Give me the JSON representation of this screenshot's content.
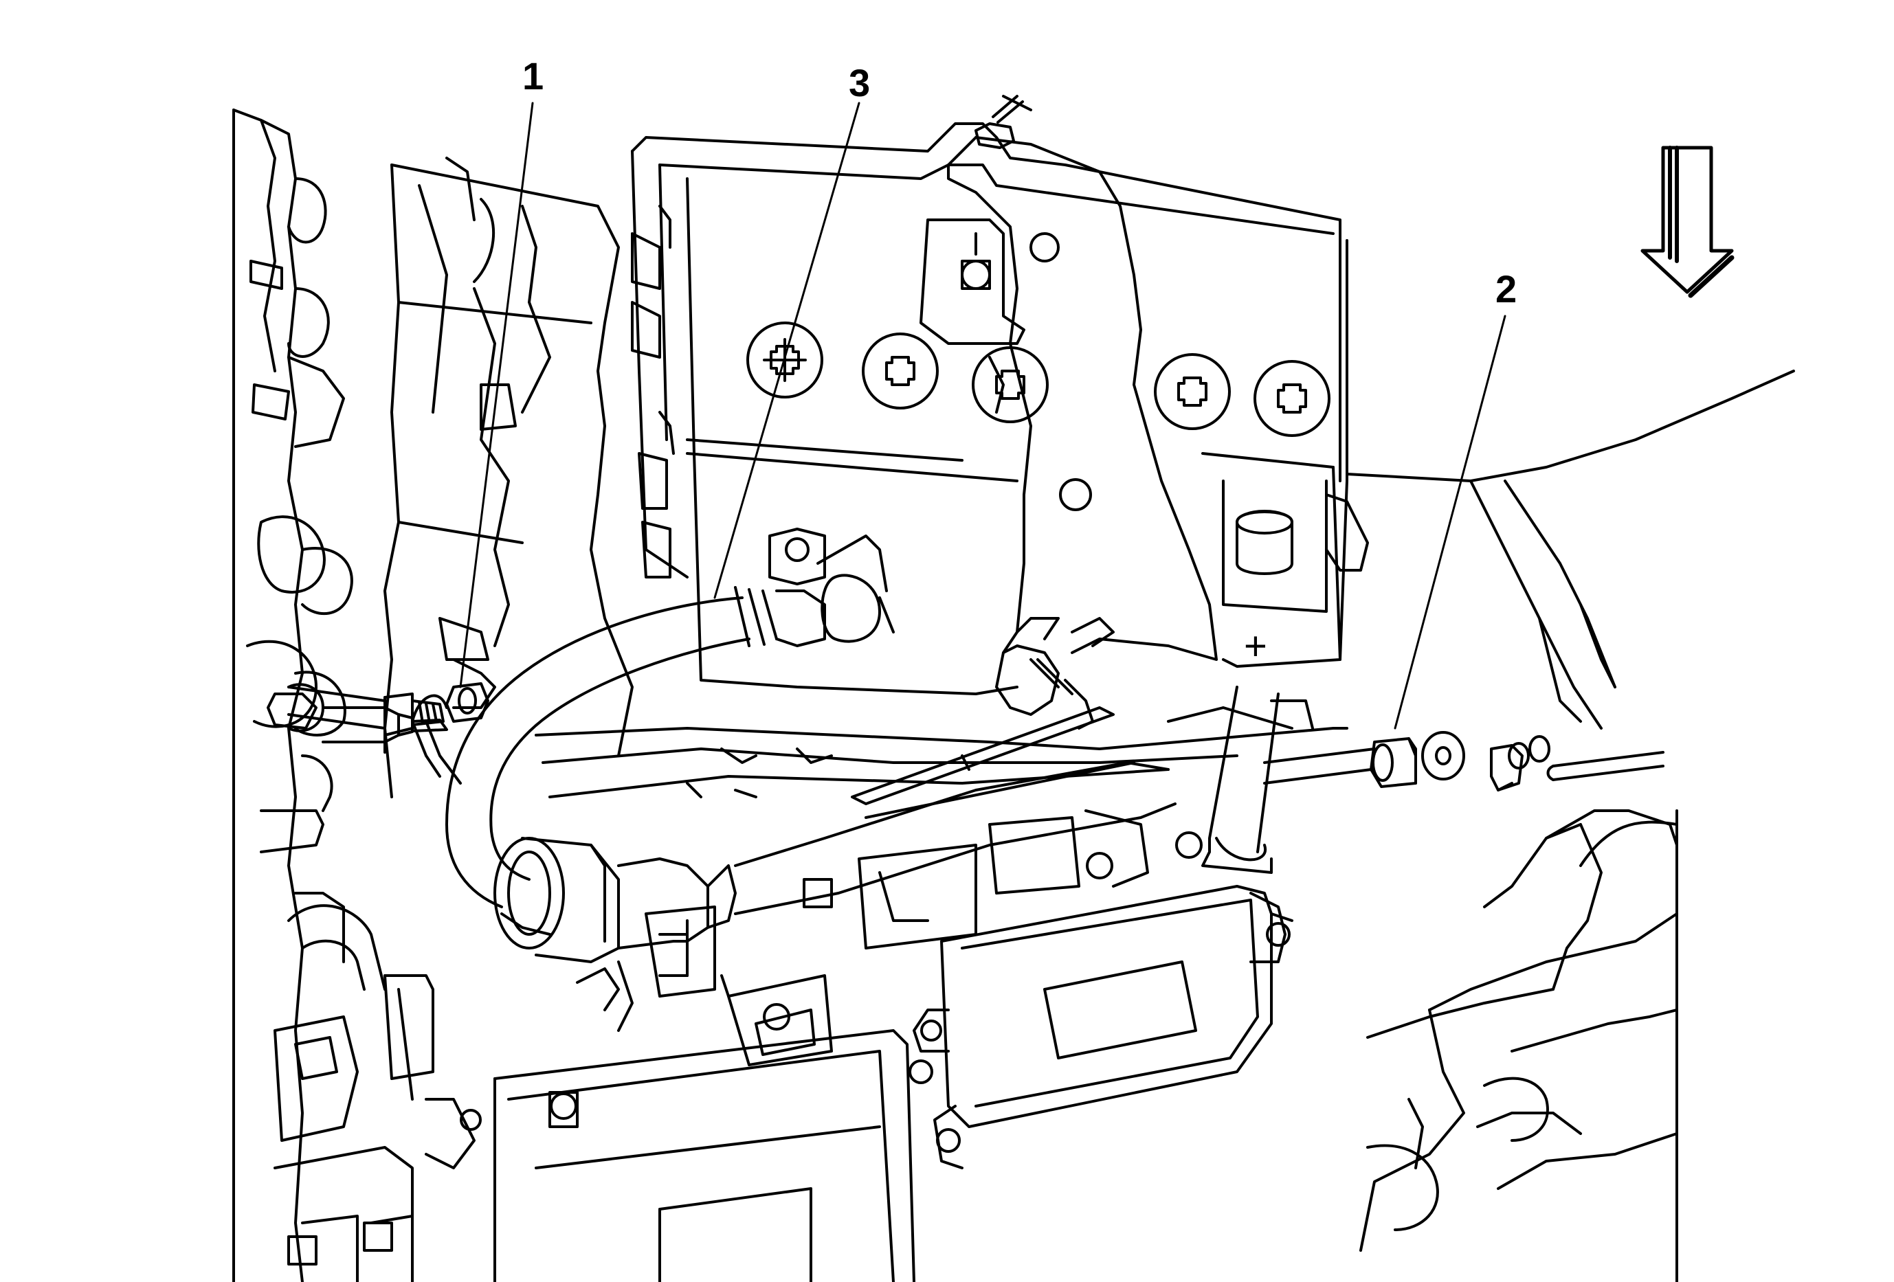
{
  "callouts": [
    {
      "id": "1",
      "label": "1"
    },
    {
      "id": "2",
      "label": "2"
    },
    {
      "id": "3",
      "label": "3"
    }
  ],
  "battery": {
    "polarity_mark": "+"
  },
  "icons": {
    "direction_arrow": "down-arrow-icon"
  },
  "colors": {
    "line": "#000000",
    "background": "#ffffff"
  }
}
